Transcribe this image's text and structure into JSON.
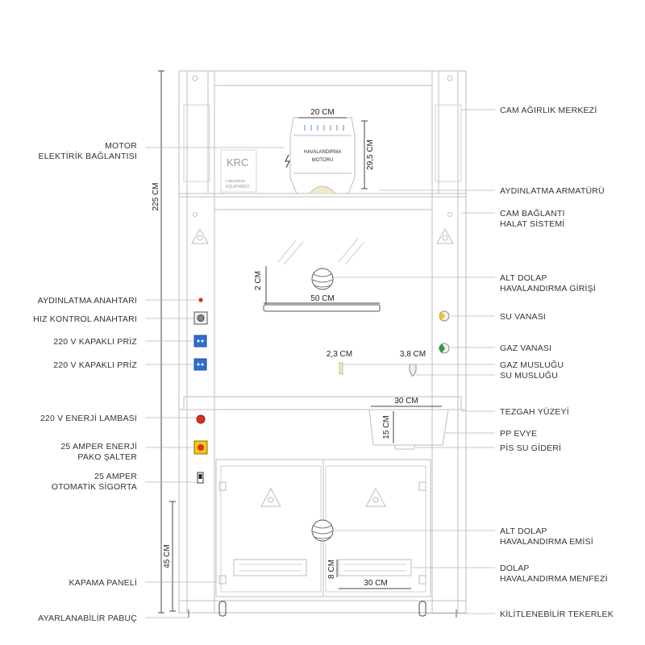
{
  "labels_left": {
    "motor": [
      "MOTOR",
      "ELEKTİRİK BAĞLANTISI"
    ],
    "aydinlatma_anahtari": "AYDINLATMA ANAHTARI",
    "hiz_kontrol": "HIZ KONTROL ANAHTARI",
    "priz_1": "220 V KAPAKLI PRİZ",
    "priz_2": "220 V KAPAKLI PRİZ",
    "enerji_lambasi": "220 V ENERJİ LAMBASI",
    "pako_salter": [
      "25 AMPER ENERJİ",
      "PAKO ŞALTER"
    ],
    "sigorta": [
      "25 AMPER",
      "OTOMATİK SİGORTA"
    ],
    "kapama_paneli": "KAPAMA PANELİ",
    "pabuc": "AYARLANABİLİR PABUÇ"
  },
  "labels_right": {
    "cam_agirlik": "CAM AĞIRLIK MERKEZİ",
    "aydinlatma_armaturu": "AYDINLATMA ARMATÜRÜ",
    "cam_baglanti": [
      "CAM BAĞLANTI",
      "HALAT SİSTEMİ"
    ],
    "alt_dolap_giris": [
      "ALT DOLAP",
      "HAVALANDIRMA GİRİŞİ"
    ],
    "su_vanasi": "SU VANASI",
    "gaz_vanasi": "GAZ VANASI",
    "gaz_muslugu": "GAZ MUSLUĞU",
    "su_muslugu": "SU MUSLUĞU",
    "tezgah": "TEZGAH YÜZEYİ",
    "pp_evye": "PP EVYE",
    "pis_su": "PİS SU GİDERİ",
    "alt_dolap_emis": [
      "ALT DOLAP",
      "HAVALANDIRMA EMİSİ"
    ],
    "dolap_menfez": [
      "DOLAP",
      "HAVALANDIRMA MENFEZİ"
    ],
    "tekerlek": "KİLİTLENEBİLİR TEKERLEK"
  },
  "dimensions": {
    "motor_width": "20 CM",
    "motor_height": "29,5 CM",
    "total_height": "225 CM",
    "glass_gap": "2 CM",
    "handle_width": "50 CM",
    "gas_tap": "2,3 CM",
    "water_tap": "3,8 CM",
    "sink_width": "30 CM",
    "sink_depth": "15 CM",
    "cabinet_height": "45 CM",
    "vent_height": "8 CM",
    "vent_width": "30 CM"
  },
  "inline_text": {
    "motor": [
      "HAVALANDIRMA",
      "MOTORU"
    ],
    "logo_main": "KRC",
    "logo_sub": [
      "Laboratory",
      "EQUIPMENT"
    ]
  },
  "colors": {
    "outline": "#bdbdbd",
    "dimension_line": "#444444",
    "text": "#333333",
    "socket_blue": "#2f6fd0",
    "lamp_red": "#d93025",
    "switch_yellow": "#f5c518",
    "valve_green": "#2e9c3c",
    "arrow_blue": "#5a8fd8"
  }
}
